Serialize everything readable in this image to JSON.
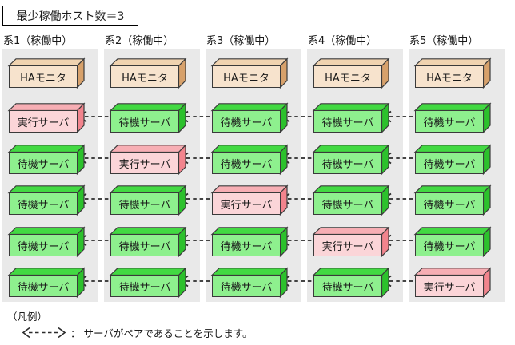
{
  "title": {
    "text": "最少稼働ホスト数＝3"
  },
  "columns": [
    {
      "header": "系1（稼働中）",
      "monitor": "HAモニタ",
      "servers": [
        "実行サーバ",
        "待機サーバ",
        "待機サーバ",
        "待機サーバ",
        "待機サーバ"
      ]
    },
    {
      "header": "系2（稼働中）",
      "monitor": "HAモニタ",
      "servers": [
        "待機サーバ",
        "実行サーバ",
        "待機サーバ",
        "待機サーバ",
        "待機サーバ"
      ]
    },
    {
      "header": "系3（稼働中）",
      "monitor": "HAモニタ",
      "servers": [
        "待機サーバ",
        "待機サーバ",
        "実行サーバ",
        "待機サーバ",
        "待機サーバ"
      ]
    },
    {
      "header": "系4（稼働中）",
      "monitor": "HAモニタ",
      "servers": [
        "待機サーバ",
        "待機サーバ",
        "待機サーバ",
        "実行サーバ",
        "待機サーバ"
      ]
    },
    {
      "header": "系5（稼働中）",
      "monitor": "HAモニタ",
      "servers": [
        "待機サーバ",
        "待機サーバ",
        "待機サーバ",
        "待機サーバ",
        "実行サーバ"
      ]
    }
  ],
  "legend": {
    "title": "（凡例）",
    "symbol": "<---->",
    "text": "： サーバがペアであることを示します。"
  },
  "colors": {
    "panel_background": "#e9e9e9",
    "monitor_face": "#f7e3cd",
    "monitor_side": "#d7a16b",
    "standby_face": "#8ef08e",
    "standby_side": "#2cc12c",
    "active_face": "#fbd5d8",
    "active_side": "#f2848d",
    "outline": "#3a3a3a",
    "arrow": "#2b2b2b"
  }
}
